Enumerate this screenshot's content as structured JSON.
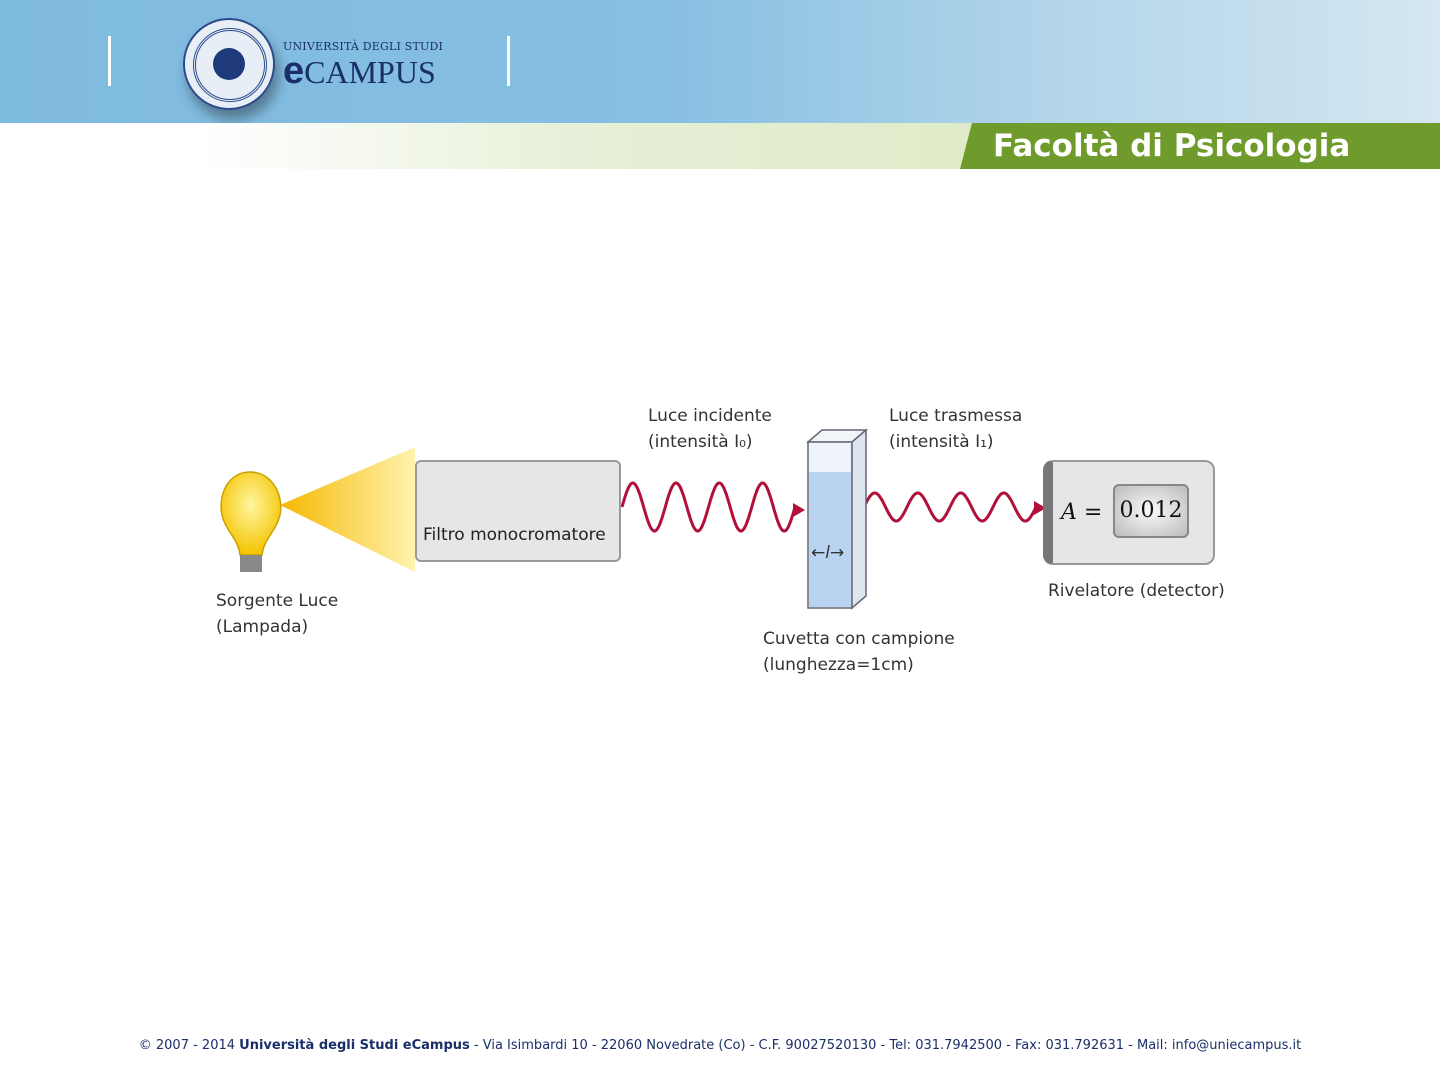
{
  "header": {
    "university_line": "UNIVERSITÀ DEGLI STUDI",
    "brand_e": "e",
    "brand_rest": "CAMPUS",
    "faculty": "Facoltà di Psicologia"
  },
  "diagram": {
    "source_label": [
      "Sorgente Luce",
      "(Lampada)"
    ],
    "filter_label": "Filtro monocromatore",
    "incident_label": [
      "Luce incidente",
      "(intensità I₀)"
    ],
    "transmitted_label": [
      "Luce trasmessa",
      "(intensità I₁)"
    ],
    "cuvette_label": [
      "Cuvetta con campione",
      "(lunghezza=1cm)"
    ],
    "path_symbol": "←l→",
    "detector_label": "Rivelatore (detector)",
    "absorbance_prefix": "A =",
    "absorbance_value": "0.012",
    "colors": {
      "wave": "#b0103a",
      "bulb": "#f7c800",
      "cuvette_liquid": "#b8d4f0"
    }
  },
  "footer": {
    "prefix": "© 2007 - 2014 ",
    "name": "Università degli Studi eCampus",
    "details": " - Via Isimbardi 10 - 22060 Novedrate (Co) - C.F. 90027520130 - Tel: 031.7942500 - Fax: 031.792631   - Mail: info@uniecampus.it"
  }
}
